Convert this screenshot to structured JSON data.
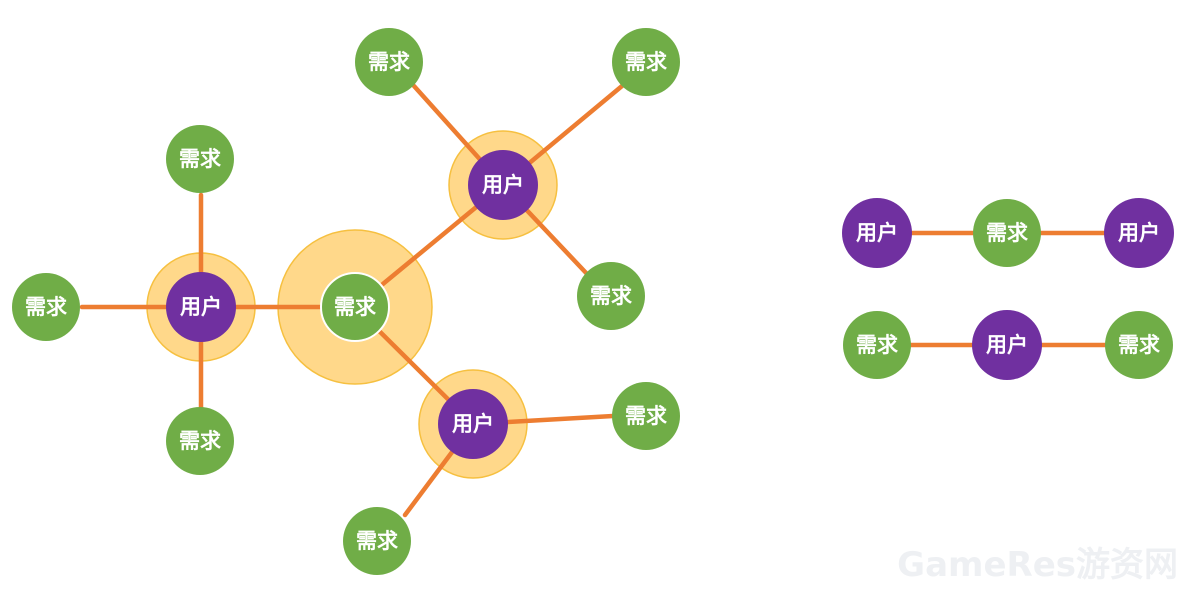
{
  "labels": {
    "user": "用户",
    "need": "需求"
  },
  "colors": {
    "user_node": "#7030a0",
    "need_node": "#70ad47",
    "edge": "#ed7d31",
    "halo": "#ffd88a"
  },
  "watermark": "GameRes游资网"
}
